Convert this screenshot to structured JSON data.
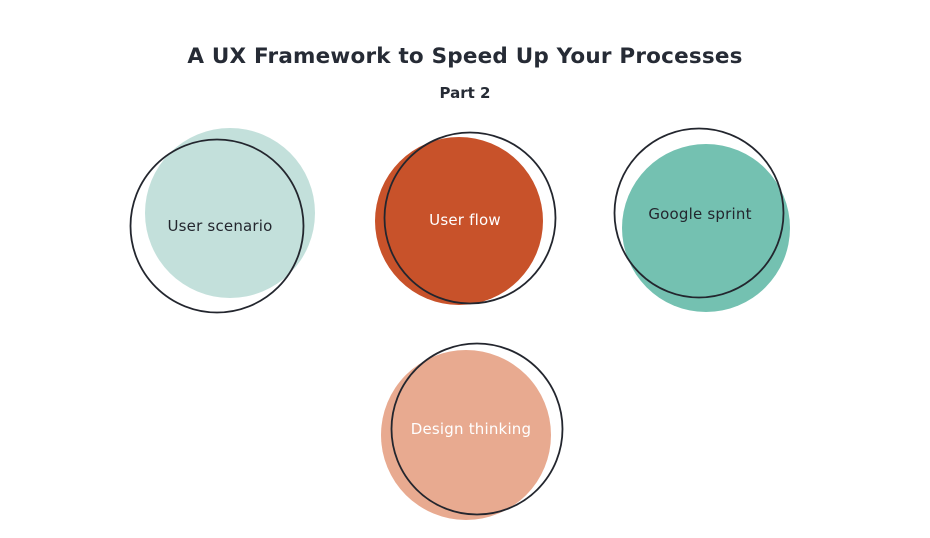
{
  "page": {
    "background_color": "#ffffff"
  },
  "header": {
    "title": "A UX Framework to Speed Up Your Processes",
    "subtitle": "Part 2",
    "title_color": "#262b35"
  },
  "diagram": {
    "outline_color": "#23262e",
    "items": [
      {
        "label": "User scenario",
        "fill_color": "#c3e0db",
        "text_color": "#23262e"
      },
      {
        "label": "User flow",
        "fill_color": "#c8522a",
        "text_color": "#ffffff"
      },
      {
        "label": "Google sprint",
        "fill_color": "#74c1b1",
        "text_color": "#23262e"
      },
      {
        "label": "Design thinking",
        "fill_color": "#e8aa90",
        "text_color": "#ffffff"
      }
    ]
  }
}
